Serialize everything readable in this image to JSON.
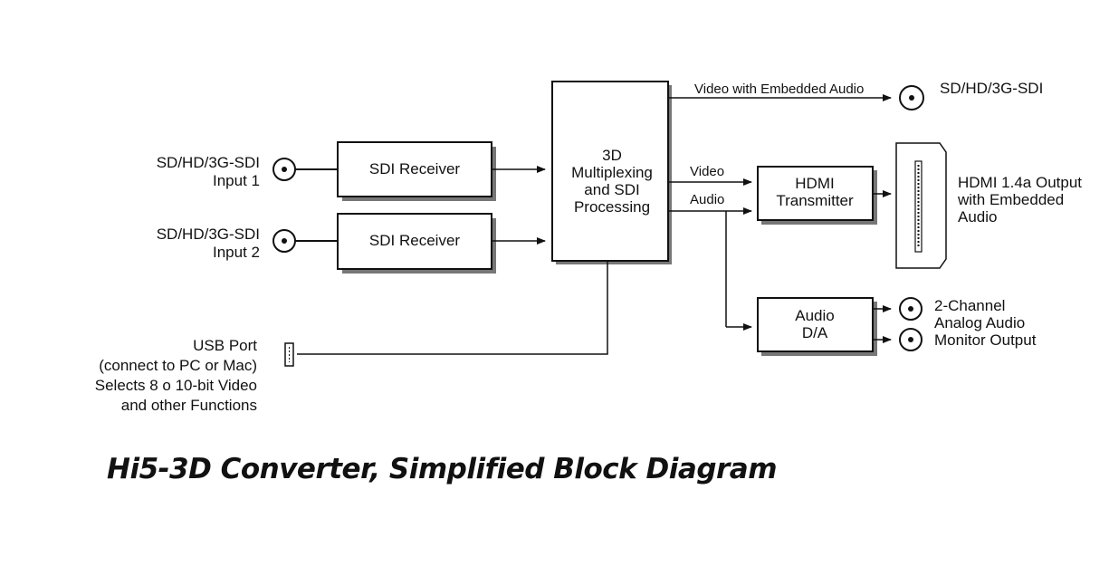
{
  "caption": "Hi5-3D Converter, Simplified Block Diagram",
  "inputs": {
    "input1": {
      "line1": "SD/HD/3G-SDI",
      "line2": "Input 1"
    },
    "input2": {
      "line1": "SD/HD/3G-SDI",
      "line2": "Input 2"
    }
  },
  "blocks": {
    "sdi_receiver_1": "SDI Receiver",
    "sdi_receiver_2": "SDI Receiver",
    "processing": [
      "3D",
      "Multiplexing",
      "and SDI",
      "Processing"
    ],
    "hdmi_transmitter": [
      "HDMI",
      "Transmitter"
    ],
    "audio_da": [
      "Audio",
      "D/A"
    ]
  },
  "signals": {
    "video_embedded": "Video with Embedded Audio",
    "video": "Video",
    "audio": "Audio"
  },
  "outputs": {
    "sdi_out": "SD/HD/3G-SDI",
    "hdmi_out": [
      "HDMI 1.4a Output",
      "with Embedded",
      "Audio"
    ],
    "analog_out": [
      "2-Channel",
      "Analog Audio",
      "Monitor Output"
    ]
  },
  "usb": [
    "USB Port",
    "(connect to PC or Mac)",
    "Selects 8 o 10-bit Video",
    "and other Functions"
  ]
}
